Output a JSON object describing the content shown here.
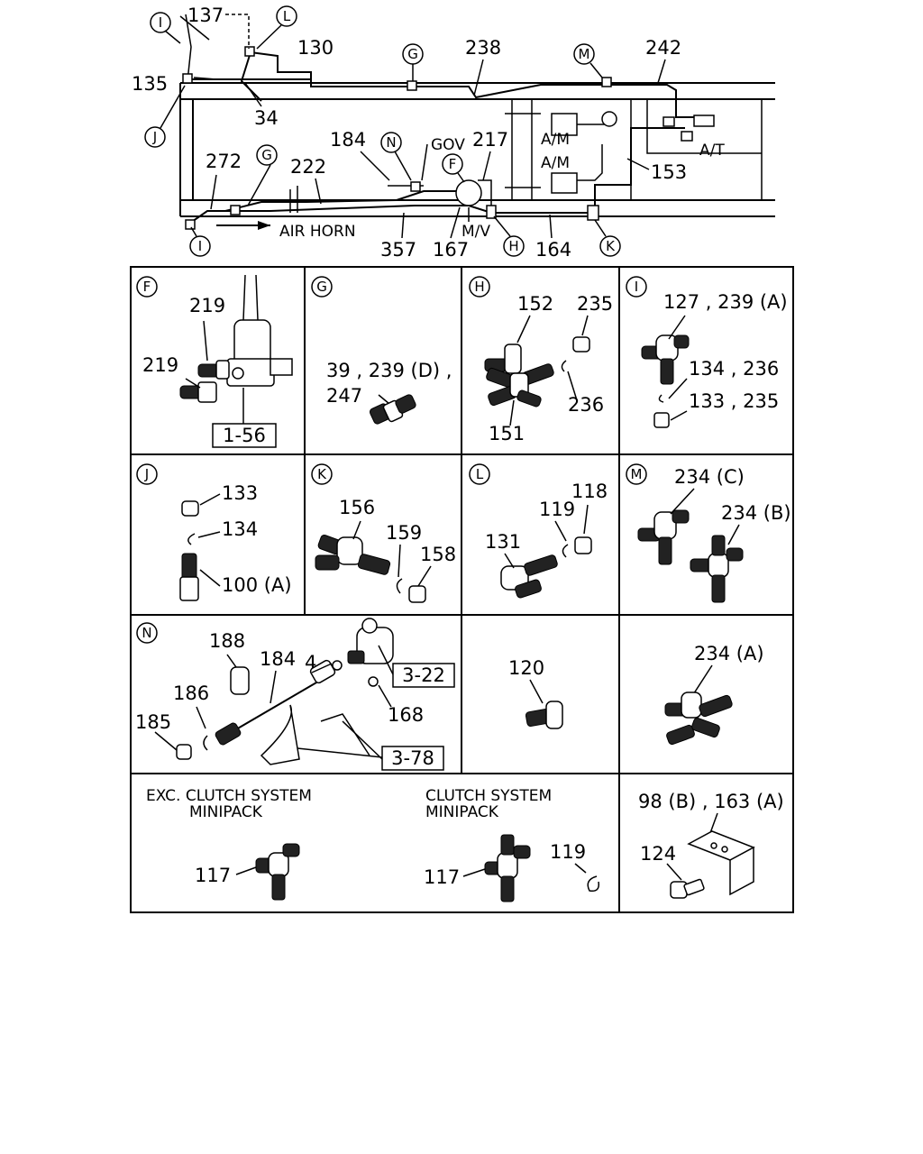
{
  "overview": {
    "callouts": {
      "i_top": "I",
      "l_top": "L",
      "g_top": "G",
      "m_top": "M",
      "j": "J",
      "n": "N",
      "f": "F",
      "g_mid": "G",
      "h": "H",
      "k": "K",
      "i_bottom": "I"
    },
    "labels": {
      "n137": "137",
      "n130": "130",
      "n238": "238",
      "n242": "242",
      "n135": "135",
      "n34": "34",
      "n184": "184",
      "n217": "217",
      "gov": "GOV",
      "am1": "A/M",
      "am2": "A/M",
      "at": "A/T",
      "n153": "153",
      "n272": "272",
      "n222": "222",
      "air_horn": "AIR HORN",
      "mv": "M/V",
      "n357": "357",
      "n167": "167",
      "n164": "164"
    }
  },
  "panels": {
    "f": {
      "callout": "F",
      "labels": [
        "219",
        "219"
      ],
      "ref": "1-56"
    },
    "g": {
      "callout": "G",
      "labels": [
        "39 , 239 (D) ,",
        "247"
      ]
    },
    "h": {
      "callout": "H",
      "labels": [
        "152",
        "235",
        "236",
        "151"
      ]
    },
    "i": {
      "callout": "I",
      "labels": [
        "127 , 239 (A)",
        "134 , 236",
        "133 , 235"
      ]
    },
    "j": {
      "callout": "J",
      "labels": [
        "133",
        "134",
        "100 (A)"
      ]
    },
    "k": {
      "callout": "K",
      "labels": [
        "156",
        "159",
        "158"
      ]
    },
    "l": {
      "callout": "L",
      "labels": [
        "118",
        "119",
        "131"
      ]
    },
    "m": {
      "callout": "M",
      "labels": [
        "234 (C)",
        "234 (B)"
      ]
    },
    "n": {
      "callout": "N",
      "labels": [
        "188",
        "184",
        "4",
        "186",
        "185",
        "168"
      ],
      "refs": [
        "3-22",
        "3-78"
      ]
    },
    "p120": {
      "labels": [
        "120"
      ]
    },
    "p234a": {
      "labels": [
        "234 (A)"
      ]
    },
    "exc": {
      "caption1": "EXC. CLUTCH SYSTEM",
      "caption2": "MINIPACK",
      "labels": [
        "117"
      ]
    },
    "clutch": {
      "caption1": "CLUTCH SYSTEM",
      "caption2": "MINIPACK",
      "labels": [
        "117",
        "119"
      ]
    },
    "bracket": {
      "labels": [
        "98 (B) , 163 (A)",
        "124"
      ]
    }
  }
}
